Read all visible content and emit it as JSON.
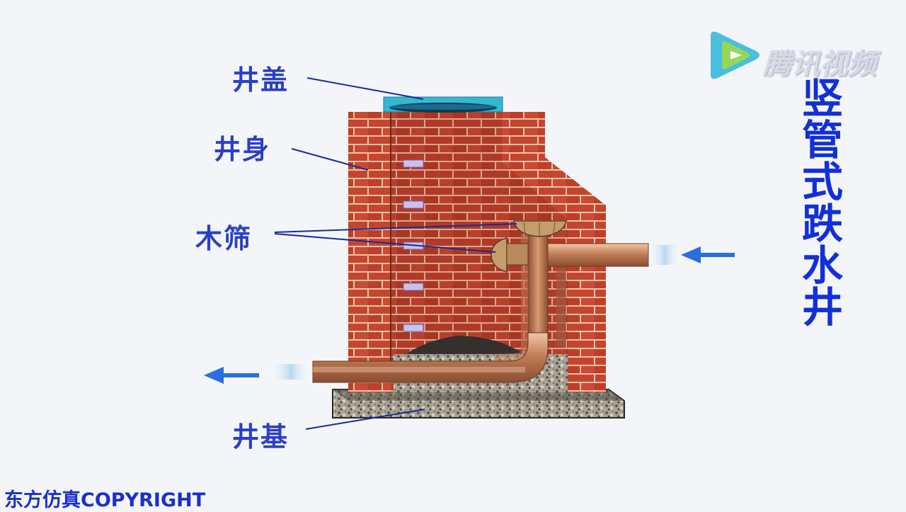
{
  "labels": {
    "cover": "井盖",
    "body": "井身",
    "screen": "木筛",
    "base": "井基"
  },
  "title": [
    "竖",
    "管",
    "式",
    "跌",
    "水",
    "井"
  ],
  "logo": "腾讯视频",
  "copyright": "东方仿真COPYRIGHT",
  "colors": {
    "label": "#2b3fc4",
    "title": "#1230d8",
    "brick": "#c4452e",
    "mortar": "#e9c6b0",
    "pipe": "#c8875c",
    "cover": "#35b7d2",
    "arrow": "#2a6ee0"
  }
}
